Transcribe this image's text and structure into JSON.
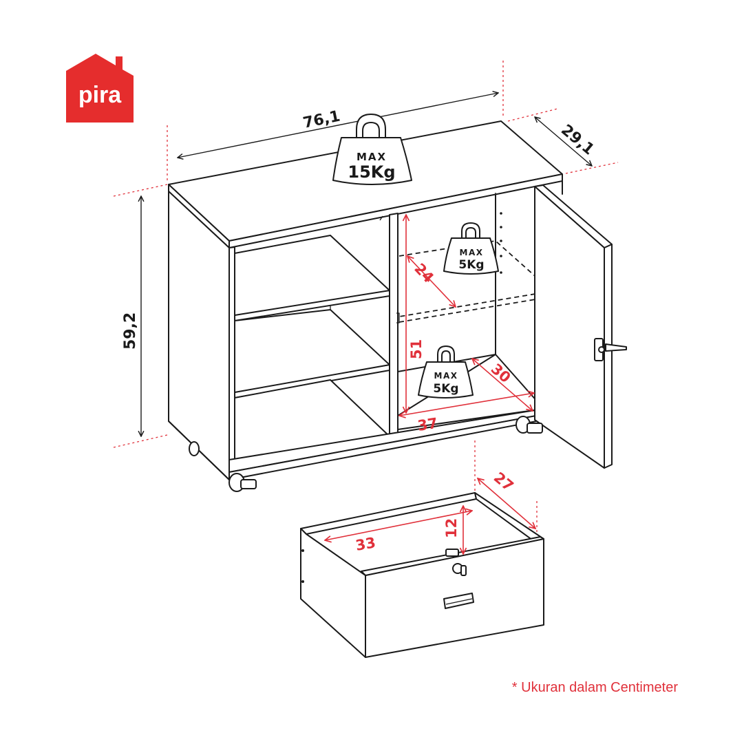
{
  "brand": {
    "name": "pira",
    "color": "#e52d2d"
  },
  "dimensions": {
    "width": "76,1",
    "depth": "29,1",
    "height": "59,2",
    "shelf_depth": "24",
    "inner_height": "51",
    "compartment_depth": "30",
    "compartment_width": "37",
    "drawer_depth": "27",
    "drawer_width": "33",
    "drawer_height": "12"
  },
  "weights": {
    "top": {
      "max": "MAX",
      "value": "15Kg"
    },
    "shelf": {
      "max": "MAX",
      "value": "5Kg"
    },
    "bottom": {
      "max": "MAX",
      "value": "5Kg"
    }
  },
  "note": "* Ukuran dalam Centimeter",
  "colors": {
    "accent": "#e0303a",
    "ink": "#1a1a1a"
  }
}
